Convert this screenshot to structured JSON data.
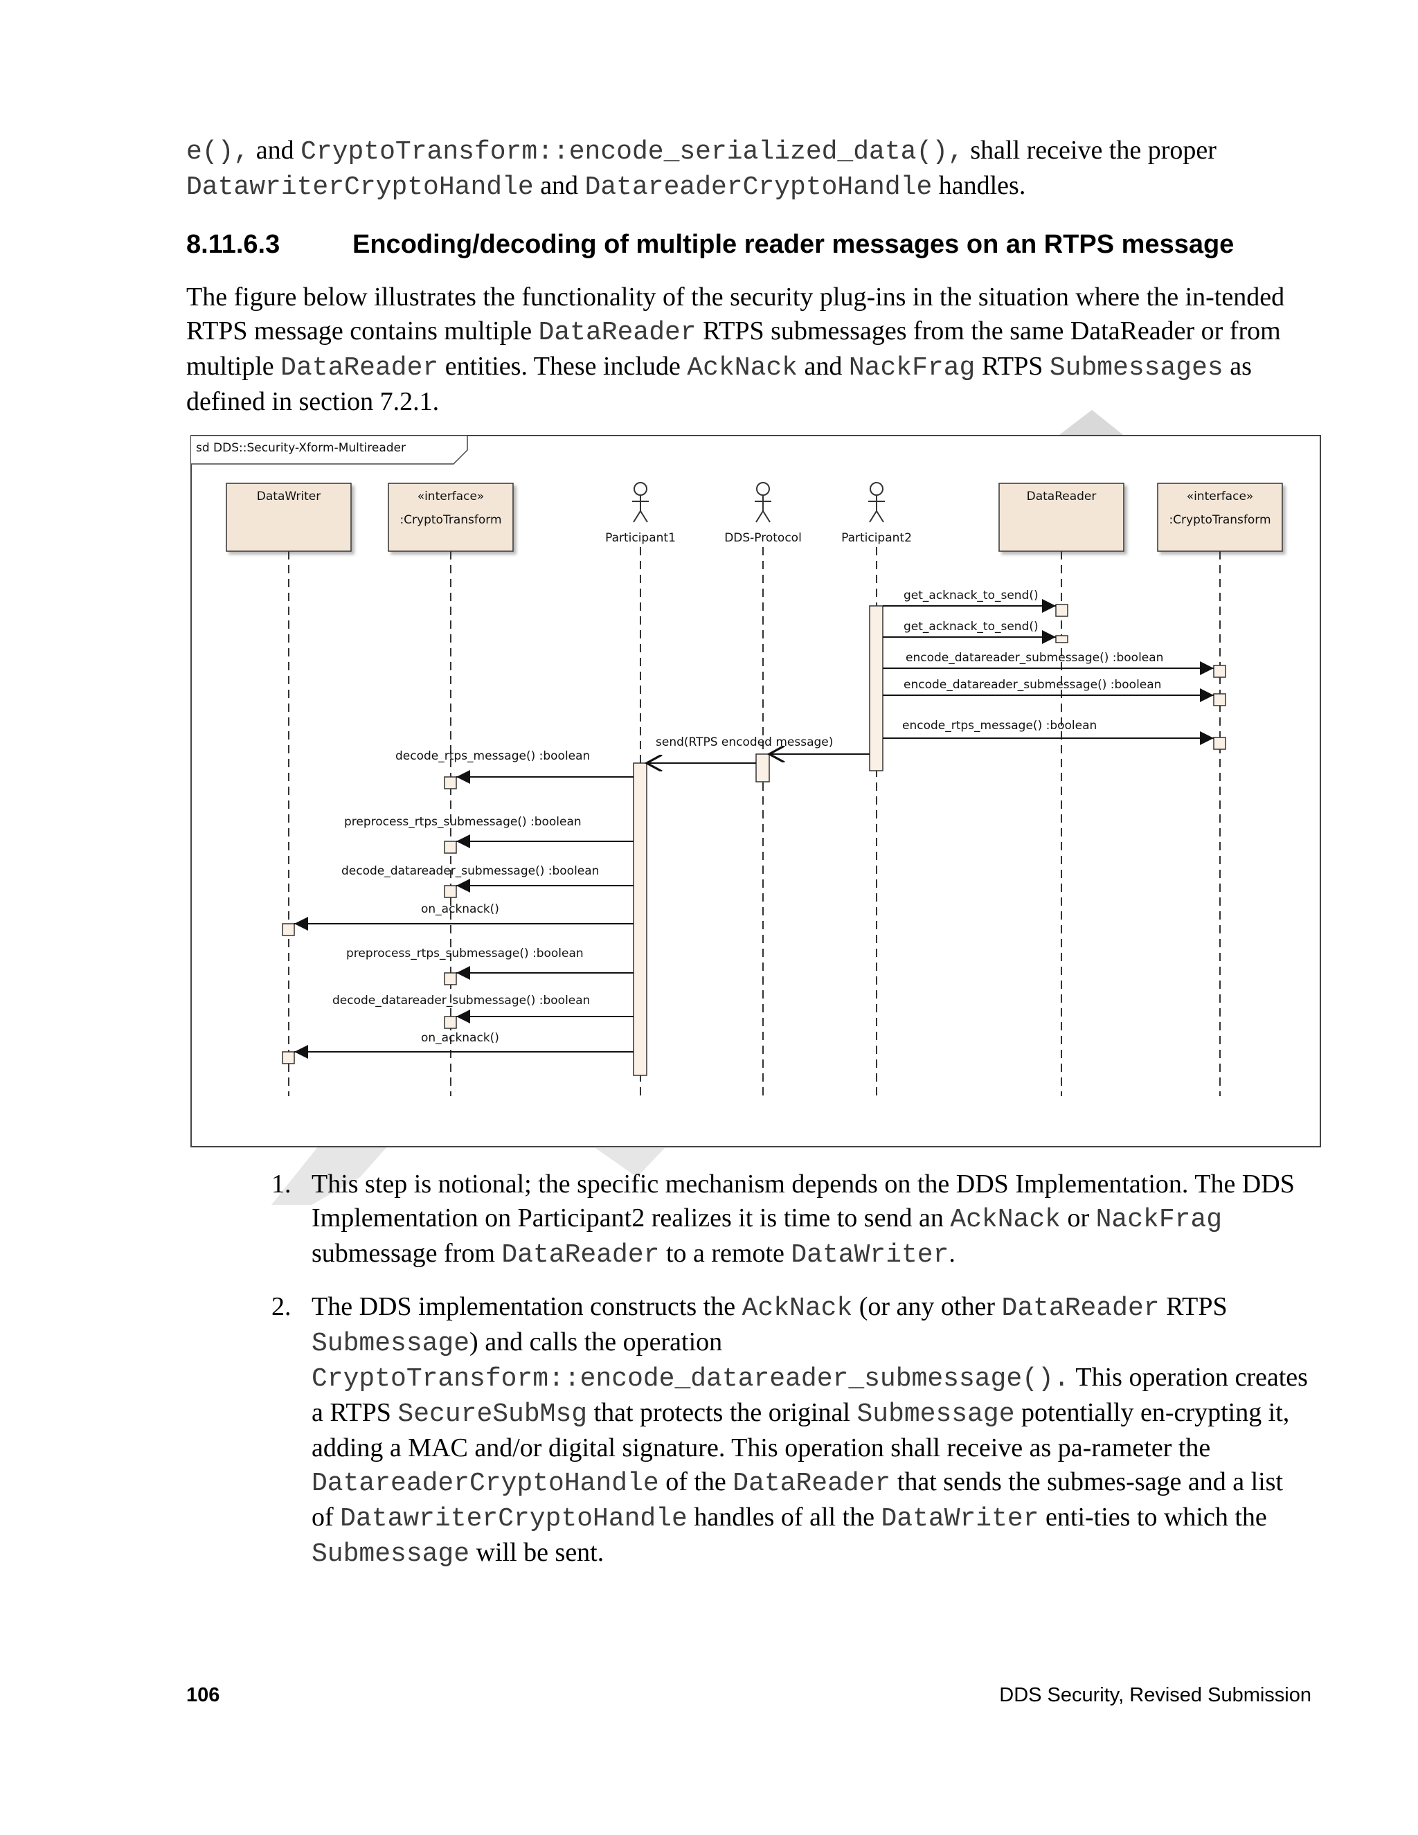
{
  "intro": {
    "p1_code1": "e(),",
    "p1_t1": " and ",
    "p1_code2": "CryptoTransform::encode_serialized_data(),",
    "p1_t2": "  shall receive the proper ",
    "p1_code3": "DatawriterCryptoHandle",
    "p1_t3": " and ",
    "p1_code4": "DatareaderCryptoHandle",
    "p1_t4": " handles."
  },
  "section": {
    "number": "8.11.6.3",
    "title": "Encoding/decoding of multiple reader messages on an RTPS message"
  },
  "body": {
    "t1": "The figure below illustrates the functionality of the security plug-ins in the situation where the in-tended RTPS message contains multiple ",
    "c1": "DataReader",
    "t2": " RTPS submessages from the same DataReader or from multiple ",
    "c2": "DataReader",
    "t3": " entities. These include ",
    "c3": "AckNack",
    "t4": " and ",
    "c4": "NackFrag",
    "t5": " RTPS ",
    "c5": "Submessages",
    "t6": " as defined in section 7.2.1."
  },
  "diagram": {
    "frame_title": "sd DDS::Security-Xform-Multireader",
    "lifelines": {
      "datawriter": "DataWriter",
      "crypto_left_stereo": "«interface»",
      "crypto_left_name": ":CryptoTransform",
      "participant1": "Participant1",
      "dds_protocol": "DDS-Protocol",
      "participant2": "Participant2",
      "datareader": "DataReader",
      "crypto_right_stereo": "«interface»",
      "crypto_right_name": ":CryptoTransform"
    },
    "messages": {
      "m1": "get_acknack_to_send()",
      "m2": "get_acknack_to_send()",
      "m3": "encode_datareader_submessage() :boolean",
      "m4": "encode_datareader_submessage() :boolean",
      "m5": "encode_rtps_message() :boolean",
      "m6": "send(RTPS encoded message)",
      "m7": "decode_rtps_message() :boolean",
      "m8": "preprocess_rtps_submessage() :boolean",
      "m9": "decode_datareader_submessage() :boolean",
      "m10": "on_acknack()",
      "m11": "preprocess_rtps_submessage() :boolean",
      "m12": "decode_datareader_submessage() :boolean",
      "m13": "on_acknack()"
    }
  },
  "steps": {
    "s1": {
      "num": "1.",
      "t1": "This step is notional; the specific mechanism depends on the DDS Implementation. The DDS Implementation on Participant2 realizes it is time to send an ",
      "c1": "AckNack",
      "t2": " or ",
      "c2": "NackFrag",
      "t3": " submessage from ",
      "c3": "DataReader",
      "t4": " to a remote ",
      "c4": "DataWriter",
      "t5": "."
    },
    "s2": {
      "num": "2.",
      "t1": "The DDS implementation constructs the ",
      "c1": "AckNack",
      "t2": " (or any other ",
      "c2": "DataReader",
      "t3": " RTPS ",
      "c3": "Submessage",
      "t4": ") and calls the operation ",
      "c4": "CryptoTransform::encode_datareader_submessage().",
      "t5": " This operation creates a RTPS ",
      "c5": "SecureSubMsg",
      "t6": " that protects the original ",
      "c6": "Submessage",
      "t7": " potentially en-crypting it, adding a MAC and/or digital signature. This operation shall receive as pa-rameter the ",
      "c7": "DatareaderCryptoHandle",
      "t8": " of the ",
      "c8": "DataReader",
      "t9": " that sends the submes-sage and a list of ",
      "c9": "DatawriterCryptoHandle",
      "t10": "  handles of all the ",
      "c10": "DataWriter",
      "t11": " enti-ties to which the ",
      "c11": "Submessage",
      "t12": " will be sent."
    }
  },
  "footer": {
    "page_number": "106",
    "doc_title": "DDS Security, Revised Submission"
  }
}
